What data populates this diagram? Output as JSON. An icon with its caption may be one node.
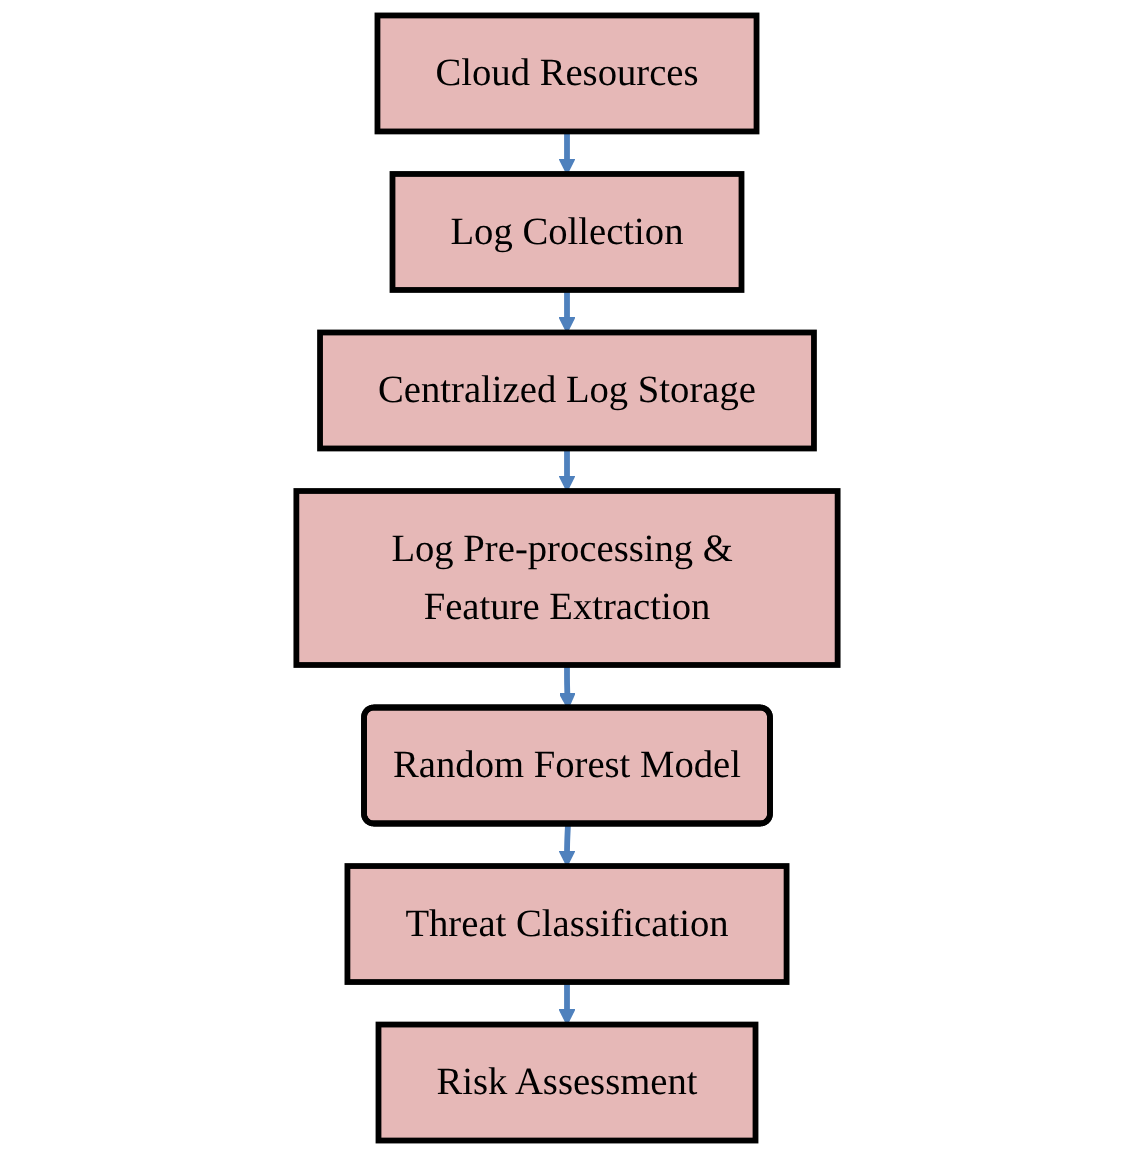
{
  "diagram": {
    "nodes": [
      {
        "text": [
          "Cloud Resources"
        ]
      },
      {
        "text": [
          "Log Collection"
        ]
      },
      {
        "text": [
          "Centralized Log Storage"
        ]
      },
      {
        "text": [
          "Log Pre-processing & Feature Extraction"
        ]
      },
      {
        "text": [
          "Random Forest Model"
        ]
      },
      {
        "text": [
          "Threat Classification"
        ]
      },
      {
        "text": [
          "Risk Assessment"
        ]
      }
    ],
    "edges": [
      {
        "from": 0,
        "to": 1,
        "arrow": "to"
      },
      {
        "from": 1,
        "to": 2,
        "arrow": "to"
      },
      {
        "from": 2,
        "to": 3,
        "arrow": "to"
      },
      {
        "from": 3,
        "to": 4,
        "arrow": "to"
      },
      {
        "from": 4,
        "to": 5,
        "arrow": "to"
      },
      {
        "from": 5,
        "to": 6,
        "arrow": "to"
      }
    ]
  }
}
